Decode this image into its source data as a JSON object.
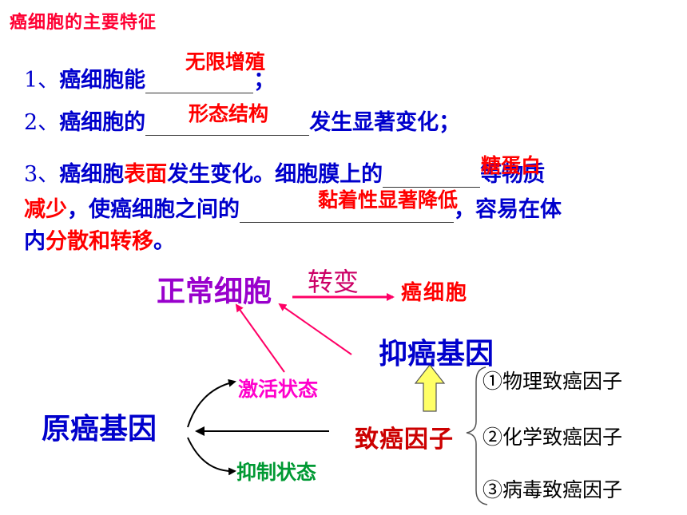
{
  "title": "癌细胞的主要特征",
  "points": [
    {
      "num": "1、",
      "text_a": "癌细胞能",
      "answer": "无限增殖",
      "text_b": "；"
    },
    {
      "num": "2、",
      "text_a": "癌细胞的",
      "answer": "形态结构",
      "text_b": "发生显著变化；"
    },
    {
      "num": "3、",
      "text_a": "癌细胞",
      "emph1": "表面",
      "text_b": "发生变化。细胞膜上的",
      "answer1": "糖蛋白",
      "text_c": "等物质",
      "emph2": "减少",
      "text_d": "，使癌细胞之间的",
      "answer2": "黏着性显著降低",
      "text_e": "，容易在体",
      "text_f": "内",
      "emph3": "分散和转移",
      "text_g": "。"
    }
  ],
  "diagram": {
    "normal_cell": "正常细胞",
    "transform": "转变",
    "cancer_cell": "癌细胞",
    "tumor_suppressor": "抑癌基因",
    "proto_oncogene": "原癌基因",
    "activated": "激活状态",
    "suppressed": "抑制状态",
    "carcinogen": "致癌因子",
    "factors": [
      "①物理致癌因子",
      "②化学致癌因子",
      "③病毒致癌因子"
    ]
  },
  "colors": {
    "blue": "#0000cc",
    "red": "#ff0000",
    "purple": "#9900cc",
    "pink": "#ff00cc",
    "green": "#009933",
    "yellow_arrow": "#ffff66"
  }
}
